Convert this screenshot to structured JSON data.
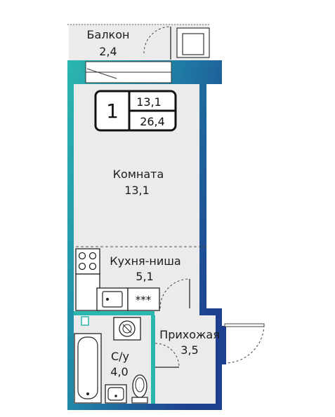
{
  "summary": {
    "rooms_count": "1",
    "living_area": "13,1",
    "total_area": "26,4"
  },
  "rooms": {
    "balcony": {
      "name": "Балкон",
      "area": "2,4"
    },
    "room": {
      "name": "Комната",
      "area": "13,1"
    },
    "kitchen": {
      "name": "Кухня-ниша",
      "area": "5,1"
    },
    "bathroom": {
      "name": "С/у",
      "area": "4,0"
    },
    "hallway": {
      "name": "Прихожая",
      "area": "3,5"
    }
  },
  "fixtures": {
    "stove": "stove-icon",
    "sink": "sink-icon",
    "hob_panel": "***",
    "washing_machine": "washing-machine-icon",
    "bathtub": "bathtub-icon",
    "toilet": "toilet-icon",
    "washbasin": "washbasin-icon"
  },
  "colors": {
    "floor": "#ebebeb",
    "wall_teal": "#2bb7b0",
    "wall_navy": "#1e3f8f",
    "outline": "#1c1c1c",
    "background": "#ffffff"
  }
}
